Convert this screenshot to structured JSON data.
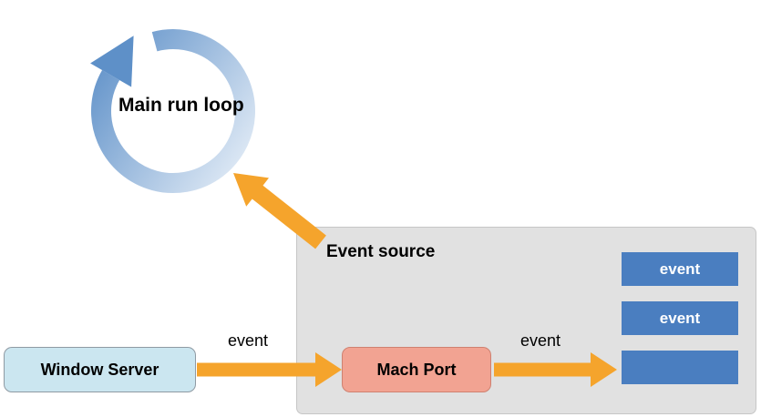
{
  "diagram": {
    "main_run_loop_label": "Main run loop",
    "event_source_label": "Event source",
    "window_server_label": "Window Server",
    "mach_port_label": "Mach Port",
    "arrow_labels": {
      "window_server_to_mach_port": "event",
      "mach_port_to_queue": "event"
    },
    "event_boxes": [
      {
        "label": "event"
      },
      {
        "label": "event"
      },
      {
        "label": ""
      }
    ],
    "colors": {
      "orange_arrow": "#F5A42C",
      "blue_event_box": "#4A7EC0",
      "mach_port_fill": "#F2A392",
      "window_server_fill": "#CBE6F0",
      "event_source_fill": "#E1E1E1",
      "loop_dark": "#5E90C8",
      "loop_light": "#E4EDF7"
    }
  }
}
